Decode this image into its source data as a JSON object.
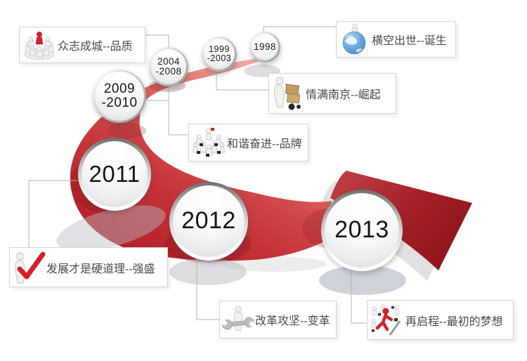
{
  "years": [
    {
      "id": "1998",
      "line1": "1998",
      "line2": ""
    },
    {
      "id": "1999-2003",
      "line1": "1999",
      "line2": "-2003"
    },
    {
      "id": "2004-2008",
      "line1": "2004",
      "line2": "-2008"
    },
    {
      "id": "2009-2010",
      "line1": "2009",
      "line2": "-2010"
    },
    {
      "id": "2011",
      "line1": "2011",
      "line2": ""
    },
    {
      "id": "2012",
      "line1": "2012",
      "line2": ""
    },
    {
      "id": "2013",
      "line1": "2013",
      "line2": ""
    }
  ],
  "callouts": [
    {
      "id": "pinzhi",
      "text": "众志成城--品质",
      "icon": "crowd-podium-icon"
    },
    {
      "id": "dansheng",
      "text": "横空出世--诞生",
      "icon": "globe-figure-icon"
    },
    {
      "id": "jueqi",
      "text": "情满南京--崛起",
      "icon": "hand-truck-figure-icon"
    },
    {
      "id": "pinpai",
      "text": "和谐奋进--品牌",
      "icon": "team-figures-icon"
    },
    {
      "id": "qiangsheng",
      "text": "发展才是硬道理--强盛",
      "icon": "checkmark-figure-icon"
    },
    {
      "id": "biange",
      "text": "改革攻坚--变革",
      "icon": "wrench-figure-icon"
    },
    {
      "id": "mengxiang",
      "text": "再启程--最初的梦想",
      "icon": "runner-figure-icon"
    }
  ],
  "colors": {
    "band_start": "#f6c3c1",
    "band_mid": "#d24a4b",
    "band_deep": "#b32029",
    "arrow_light": "#bc3a40",
    "arrow_dark": "#8e141b",
    "text_dark": "#4a4a4a",
    "year_text": "#161616"
  }
}
